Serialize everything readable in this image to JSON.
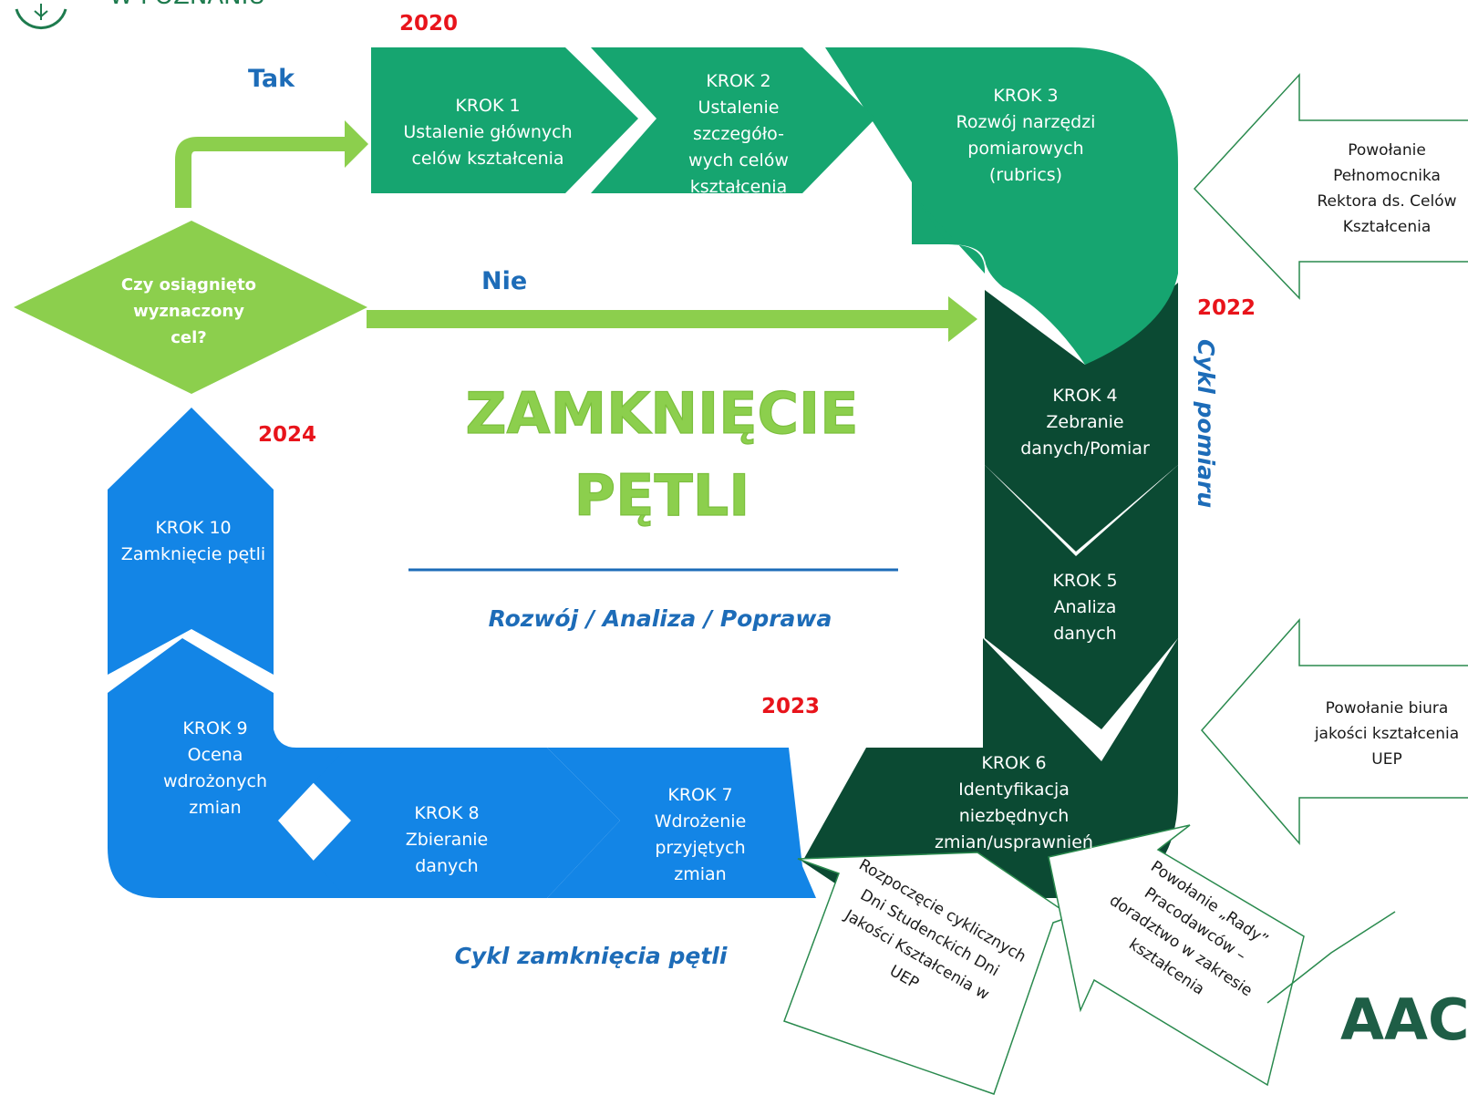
{
  "header": {
    "org_text": "W POZNANIU"
  },
  "years": {
    "y2020": "2020",
    "y2022": "2022",
    "y2023": "2023",
    "y2024": "2024"
  },
  "decision": {
    "line1": "Czy osiągnięto",
    "line2": "wyznaczony",
    "line3": "cel?",
    "yes": "Tak",
    "no": "Nie"
  },
  "center": {
    "title1": "ZAMKNIĘCIE",
    "title2": "PĘTLI",
    "subtitle": "Rozwój / Analiza / Poprawa"
  },
  "cycles": {
    "measurement": "Cykl pomiaru",
    "closing": "Cykl zamknięcia pętli"
  },
  "steps": [
    {
      "label": "KROK 1",
      "lines": [
        "Ustalenie głównych",
        "celów kształcenia"
      ]
    },
    {
      "label": "KROK 2",
      "lines": [
        "Ustalenie",
        "szczegóło-",
        "wych celów",
        "kształcenia"
      ]
    },
    {
      "label": "KROK 3",
      "lines": [
        "Rozwój narzędzi",
        "pomiarowych",
        "(rubrics)"
      ]
    },
    {
      "label": "KROK 4",
      "lines": [
        "Zebranie",
        "danych/Pomiar"
      ]
    },
    {
      "label": "KROK 5",
      "lines": [
        "Analiza",
        "danych"
      ]
    },
    {
      "label": "KROK 6",
      "lines": [
        "Identyfikacja",
        "niezbędnych",
        "zmian/usprawnień"
      ]
    },
    {
      "label": "KROK 7",
      "lines": [
        "Wdrożenie",
        "przyjętych",
        "zmian"
      ]
    },
    {
      "label": "KROK 8",
      "lines": [
        "Zbieranie",
        "danych"
      ]
    },
    {
      "label": "KROK 9",
      "lines": [
        "Ocena",
        "wdrożonych",
        "zmian"
      ]
    },
    {
      "label": "KROK 10",
      "lines": [
        "Zamknięcie pętli"
      ]
    }
  ],
  "callouts": [
    {
      "lines": [
        "Powołanie",
        "Pełnomocnika",
        "Rektora ds. Celów",
        "Kształcenia"
      ]
    },
    {
      "lines": [
        "Powołanie biura",
        "jakości kształcenia",
        "UEP"
      ]
    },
    {
      "lines": [
        "Rozpoczęcie cyklicznych",
        "Dni Studenckich Dni",
        "Jakości Kształcenia w",
        "UEP"
      ]
    },
    {
      "lines": [
        "Powołanie „Rady”",
        "Pracodawców –",
        "doradztwo w zakresie",
        "kształcenia"
      ]
    }
  ],
  "logo": {
    "text": "AAC"
  },
  "colors": {
    "green_mid": "#16a570",
    "green_dark": "#0b4a33",
    "blue": "#1385e6",
    "lime": "#8ccf4d",
    "title_lime": "#8ccf4d",
    "year_red": "#e8141b",
    "text_blue": "#1d6cb8"
  }
}
